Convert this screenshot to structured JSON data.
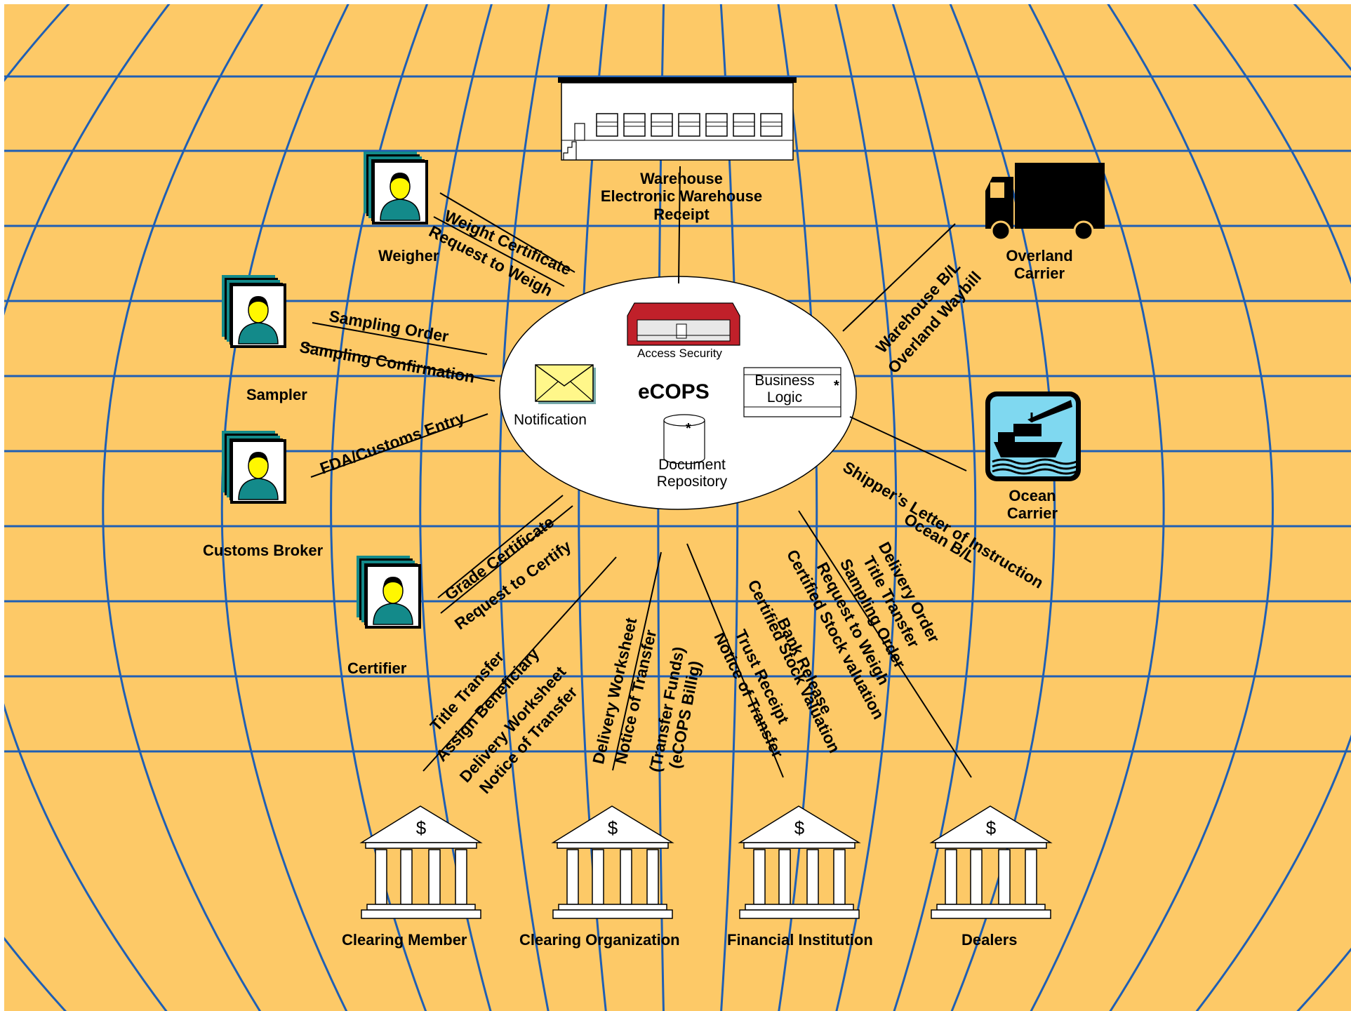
{
  "colors": {
    "background": "#FDC967",
    "grid": "#1F5FB4",
    "figure": "#138A8A",
    "roof": "#C0202A",
    "envelope": "#FFF78A",
    "ship_bg": "#7FD8F0"
  },
  "center": {
    "title": "eCOPS",
    "access_security": "Access Security",
    "notification": "Notification",
    "business_logic": [
      "Business",
      "Logic"
    ],
    "document_repository": [
      "Document",
      "Repository"
    ]
  },
  "nodes": {
    "warehouse": [
      "Warehouse",
      "Electronic Warehouse",
      "Receipt"
    ],
    "weigher": "Weigher",
    "sampler": "Sampler",
    "customs_broker": "Customs Broker",
    "certifier": "Certifier",
    "overland_carrier": [
      "Overland",
      "Carrier"
    ],
    "ocean_carrier": [
      "Ocean",
      "Carrier"
    ],
    "clearing_member": "Clearing Member",
    "clearing_organization": "Clearing Organization",
    "financial_institution": "Financial Institution",
    "dealers": "Dealers"
  },
  "flows": {
    "weigher": [
      "Weight Certificate",
      "Request to Weigh"
    ],
    "sampler": [
      "Sampling Order",
      "Sampling Confirmation"
    ],
    "customs": [
      "FDA/Customs Entry"
    ],
    "certifier": [
      "Grade Certificate",
      "Request to Certify"
    ],
    "overland": [
      "Warehouse B/L",
      "Overland Waybill"
    ],
    "ocean": [
      "Shipper’s Letter of Instruction",
      "Ocean B/L"
    ],
    "clearing_member": [
      "Title Transfer",
      "Assign Beneficiary",
      "Delivery Worksheet",
      "Notice of Transfer"
    ],
    "clearing_org": [
      "Delivery Worksheet",
      "Notice of Transfer"
    ],
    "clearing_org_funds": [
      "(Transfer Funds)",
      "(eCOPS Billig)"
    ],
    "financial": [
      "Bank Release",
      "Certified Stock Valuation",
      "Trust Receipt",
      "Notice of Transfer"
    ],
    "dealers_a": [
      "Delivery Order",
      "Title Transfer",
      "Sampling Order"
    ],
    "dealers_b": [
      "Request to Weigh",
      "Certified Stock valuation"
    ]
  },
  "icons": {
    "bank": "dollar-sign",
    "envelope": "envelope-icon",
    "truck": "truck-icon",
    "ship": "ship-crane-icon",
    "person": "person-icon",
    "database": "database-icon",
    "warehouse": "warehouse-icon"
  }
}
